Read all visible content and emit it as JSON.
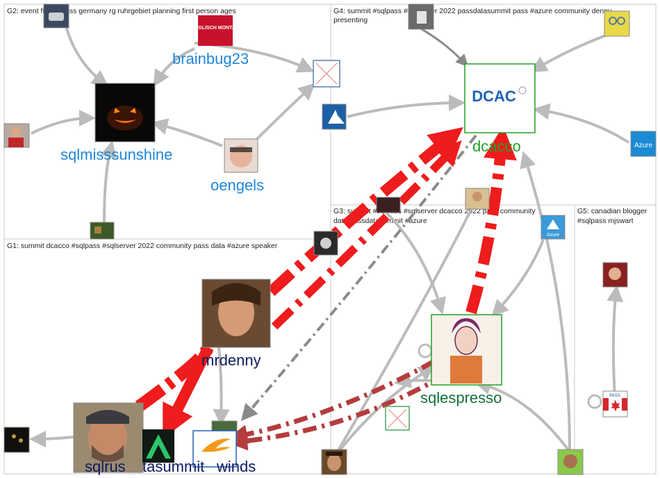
{
  "colors": {
    "g1_label": "#0d1b5e",
    "g2_label": "#1f86d8",
    "g3_label": "#12703a",
    "g4_label": "#22a022",
    "edge_red": "#ee1c1c",
    "edge_gray": "#bbbbbb",
    "edge_dark": "#8a8a8a",
    "edge_mixed": "#b43c3c",
    "border": "#c8c8c8"
  },
  "groups": [
    {
      "id": "G1",
      "label": "G1: summit dcacco #sqlpass #sqlserver 2022 community pass data #azure speaker"
    },
    {
      "id": "G2",
      "label": "G2: event finally pass germany rg ruhrgebiet planning first person ages"
    },
    {
      "id": "G3",
      "label_line1": "G3: summit #sqlpass #sqlserver dcacco 2022 pass community",
      "label_line2": "data passdatasummit #azure"
    },
    {
      "id": "G4",
      "label_line1": "G4: summit #sqlpass #sqlserver 2022 passdatasummit pass #azure community denny",
      "label_line2": "presenting"
    },
    {
      "id": "G5",
      "label_line1": "G5: canadian blogger",
      "label_line2": "#sqlpass mjswart"
    }
  ],
  "labels": {
    "brainbug23": "brainbug23",
    "sqlmisssunshine": "sqlmisssunshine",
    "oengels": "oengels",
    "dcacco": "dcacco",
    "mrdenny": "mrdenny",
    "sqlrus": "sqlrus",
    "passdatasummit_partial": "tasummit",
    "sqlwinds_partial": "winds",
    "sqlespresso": "sqlespresso"
  },
  "logos": {
    "dcac_text": "DCAC",
    "azure_text": "Azure",
    "azure_small_text": "Azure",
    "pass_text": "PASS",
    "brainbug_text": "ENGLISCH MONTAG"
  },
  "icons": [
    "dcac-logo-icon",
    "azure-logo-icon",
    "broken-image-icon",
    "canada-flag-icon",
    "pass-logo-icon",
    "avatar-photo-icon"
  ]
}
